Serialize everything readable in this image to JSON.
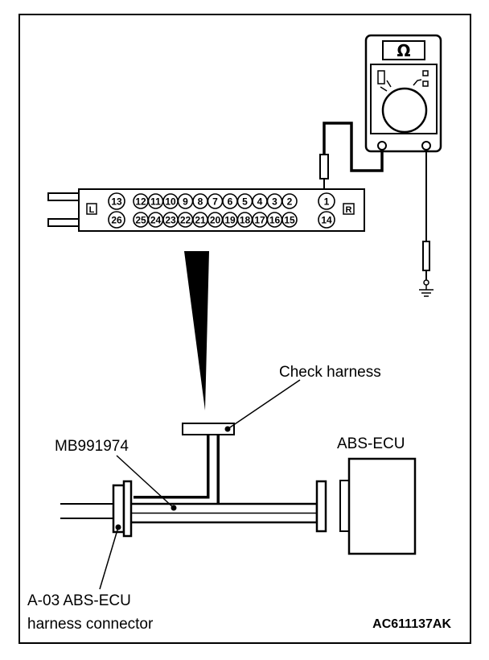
{
  "meter": {
    "symbol": "Ω"
  },
  "connector": {
    "left_marker": "L",
    "right_marker": "R",
    "top_row": [
      "13",
      "12",
      "11",
      "10",
      "9",
      "8",
      "7",
      "6",
      "5",
      "4",
      "3",
      "2",
      "1"
    ],
    "bottom_row": [
      "26",
      "25",
      "24",
      "23",
      "22",
      "21",
      "20",
      "19",
      "18",
      "17",
      "16",
      "15",
      "14"
    ]
  },
  "labels": {
    "check_harness": "Check harness",
    "tool": "MB991974",
    "ecu": "ABS-ECU",
    "harness_line1": "A-03 ABS-ECU",
    "harness_line2": "harness connector",
    "code": "AC611137AK"
  }
}
